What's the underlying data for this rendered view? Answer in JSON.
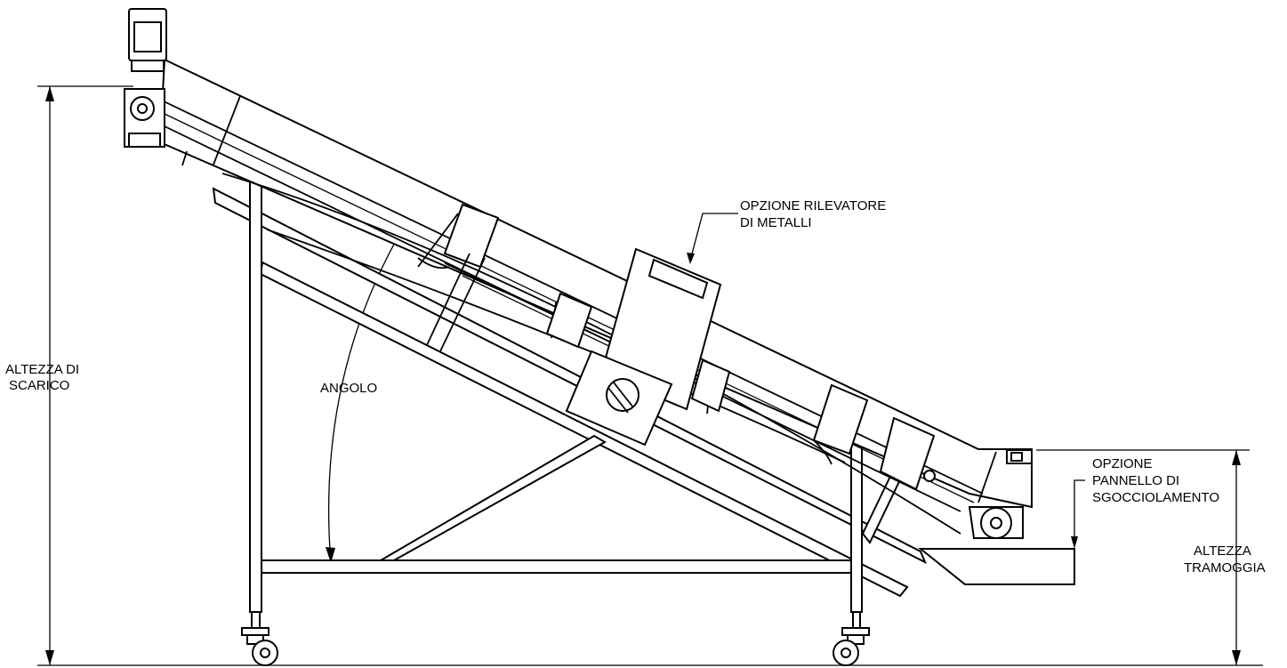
{
  "labels": {
    "discharge_height": [
      "ALTEZZA DI",
      "SCARICO"
    ],
    "angle": "ANGOLO",
    "metal_detector": [
      "OPZIONE RILEVATORE",
      "DI METALLI"
    ],
    "drip_panel": [
      "OPZIONE",
      "PANNELLO DI",
      "SGOCCIOLAMENTO"
    ],
    "hopper_height": [
      "ALTEZZA",
      "TRAMOGGIA"
    ]
  }
}
